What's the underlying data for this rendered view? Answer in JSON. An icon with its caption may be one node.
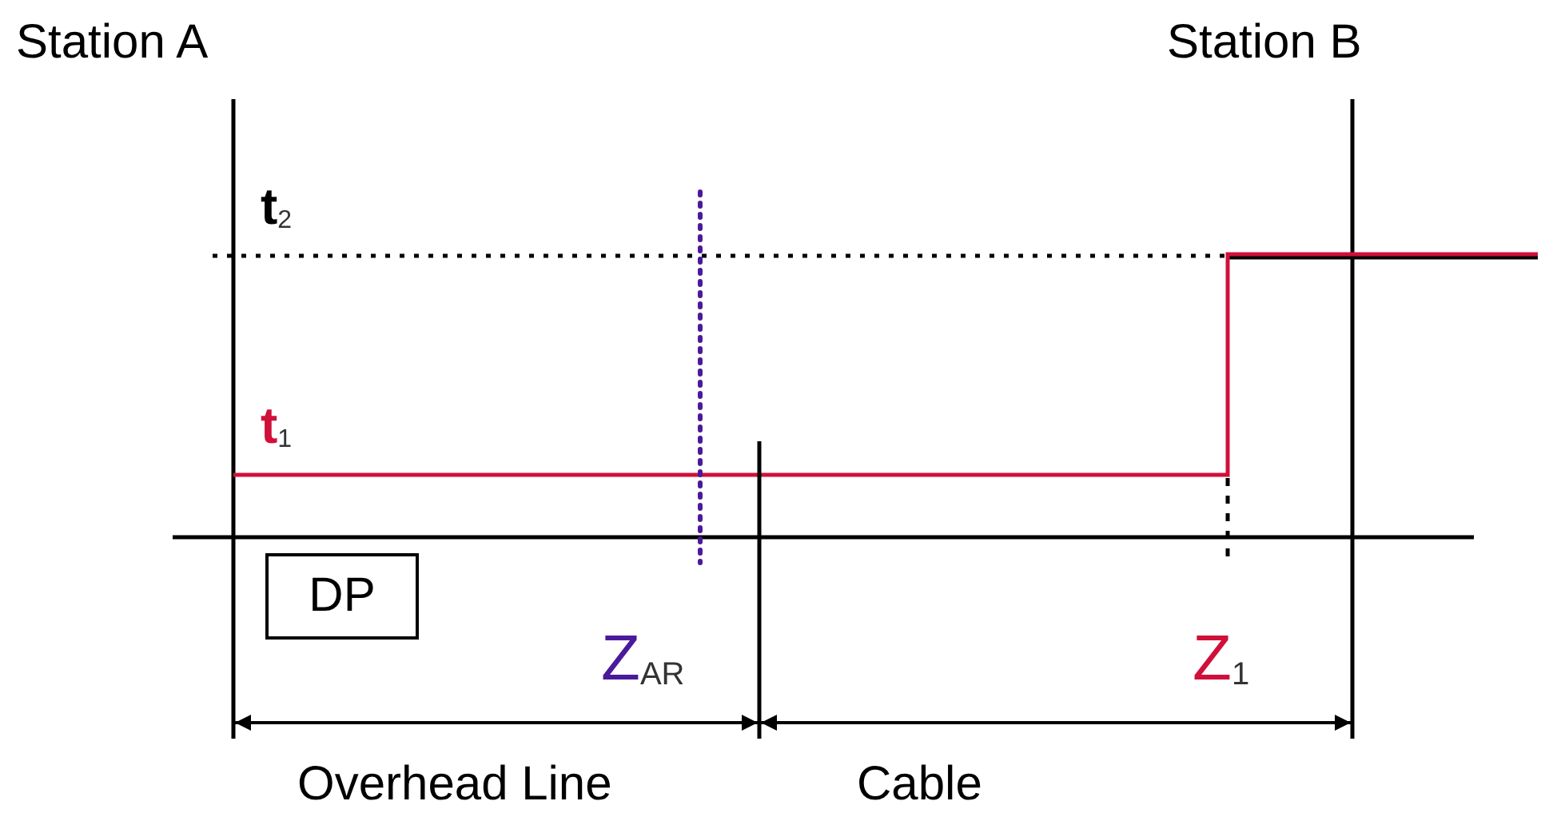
{
  "diagram": {
    "nodes": [
      {
        "text": [
          "Station A"
        ]
      },
      {
        "text": [
          "Station B"
        ]
      },
      {
        "text": [
          "DP"
        ]
      }
    ],
    "labels": [
      "t$_{2}$",
      "t$_{1}$",
      "Z$_{AR}$",
      "Z$_{1}$",
      "Overhead Line",
      "Cable"
    ]
  }
}
